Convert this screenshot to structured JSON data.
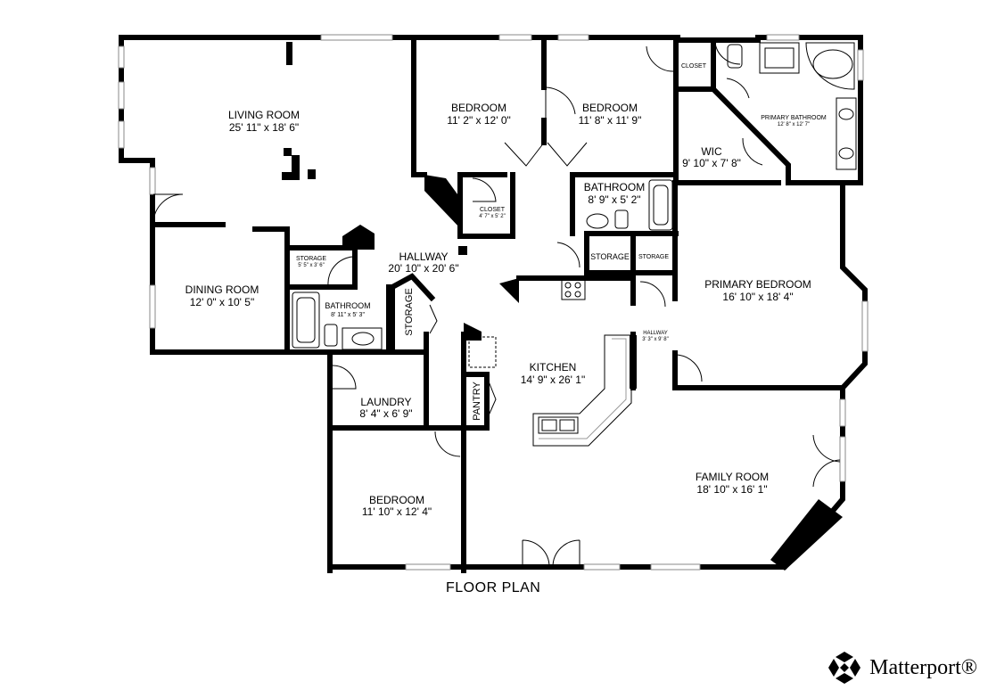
{
  "title": "FLOOR PLAN",
  "brand": {
    "name": "Matterport®",
    "logo_icon": "matterport-logo-icon"
  },
  "rooms": {
    "living_room": {
      "name": "LIVING ROOM",
      "dims": "25' 11\" x 18' 6\""
    },
    "bedroom_1": {
      "name": "BEDROOM",
      "dims": "11' 2\" x 12' 0\""
    },
    "bedroom_2": {
      "name": "BEDROOM",
      "dims": "11' 8\" x 11' 9\""
    },
    "closet_top": {
      "name": "CLOSET"
    },
    "primary_bathroom": {
      "name": "PRIMARY BATHROOM",
      "dims": "12' 8\" x 12' 7\""
    },
    "wic": {
      "name": "WIC",
      "dims": "9' 10\" x 7' 8\""
    },
    "closet_small": {
      "name": "CLOSET",
      "dims": "4' 7\" x 5' 2\""
    },
    "bathroom_1": {
      "name": "BATHROOM",
      "dims": "8' 9\" x 5' 2\""
    },
    "storage_1": {
      "name": "STORAGE"
    },
    "storage_2": {
      "name": "STORAGE"
    },
    "storage_3": {
      "name": "STORAGE",
      "dims": "5' 5\" x 3' 6\""
    },
    "hallway": {
      "name": "HALLWAY",
      "dims": "20' 10\" x 20' 6\""
    },
    "dining_room": {
      "name": "DINING ROOM",
      "dims": "12' 0\" x 10' 5\""
    },
    "bathroom_2": {
      "name": "BATHROOM",
      "dims": "8' 11\" x 5' 3\""
    },
    "storage_4": {
      "name": "STORAGE"
    },
    "primary_bedroom": {
      "name": "PRIMARY BEDROOM",
      "dims": "16' 10\" x 18' 4\""
    },
    "hallway_small": {
      "name": "HALLWAY",
      "dims": "3' 3\" x 9' 8\""
    },
    "kitchen": {
      "name": "KITCHEN",
      "dims": "14' 9\" x 26' 1\""
    },
    "pantry": {
      "name": "PANTRY"
    },
    "laundry": {
      "name": "LAUNDRY",
      "dims": "8' 4\" x 6' 9\""
    },
    "bedroom_3": {
      "name": "BEDROOM",
      "dims": "11' 10\" x 12' 4\""
    },
    "family_room": {
      "name": "FAMILY ROOM",
      "dims": "18' 10\" x 16' 1\""
    }
  }
}
